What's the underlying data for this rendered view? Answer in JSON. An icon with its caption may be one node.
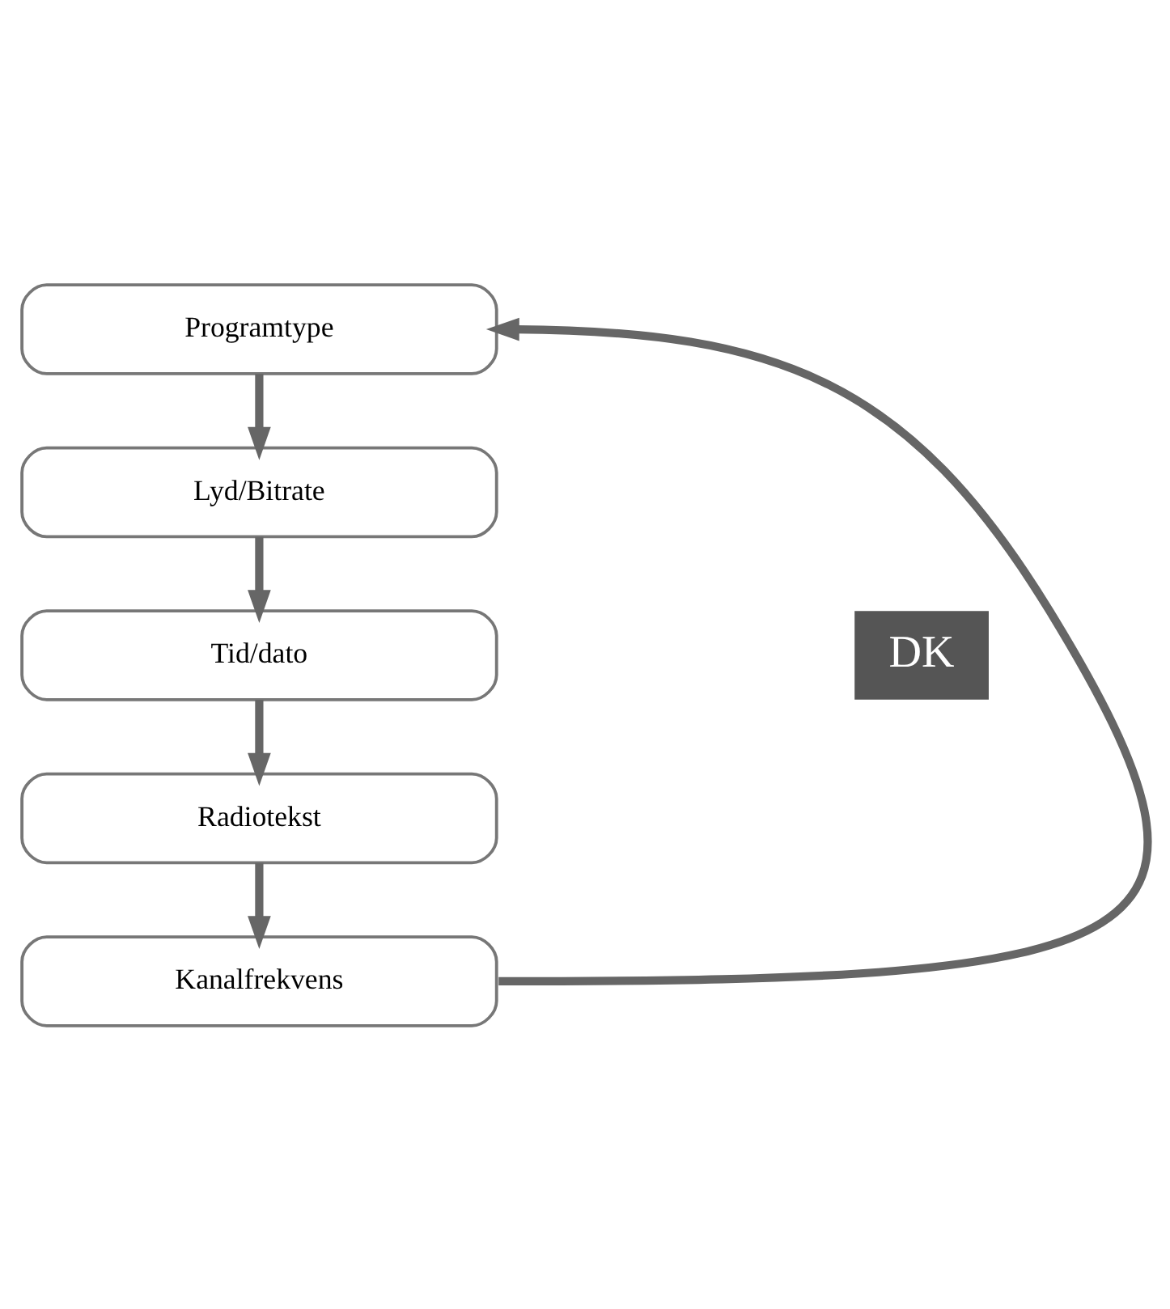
{
  "diagram": {
    "nodes": [
      {
        "text": [
          "Programtype"
        ]
      },
      {
        "text": [
          "Lyd/Bitrate"
        ]
      },
      {
        "text": [
          "Tid/dato"
        ]
      },
      {
        "text": [
          "Radiotekst"
        ]
      },
      {
        "text": [
          "Kanalfrekvens"
        ]
      }
    ],
    "edges": [
      {
        "from": 0,
        "to": 1,
        "arrow": "to"
      },
      {
        "from": 1,
        "to": 2,
        "arrow": "to"
      },
      {
        "from": 2,
        "to": 3,
        "arrow": "to"
      },
      {
        "from": 3,
        "to": 4,
        "arrow": "to"
      },
      {
        "from": 4,
        "to": 0,
        "arrow": "to"
      }
    ],
    "labels": [
      "DK"
    ]
  }
}
